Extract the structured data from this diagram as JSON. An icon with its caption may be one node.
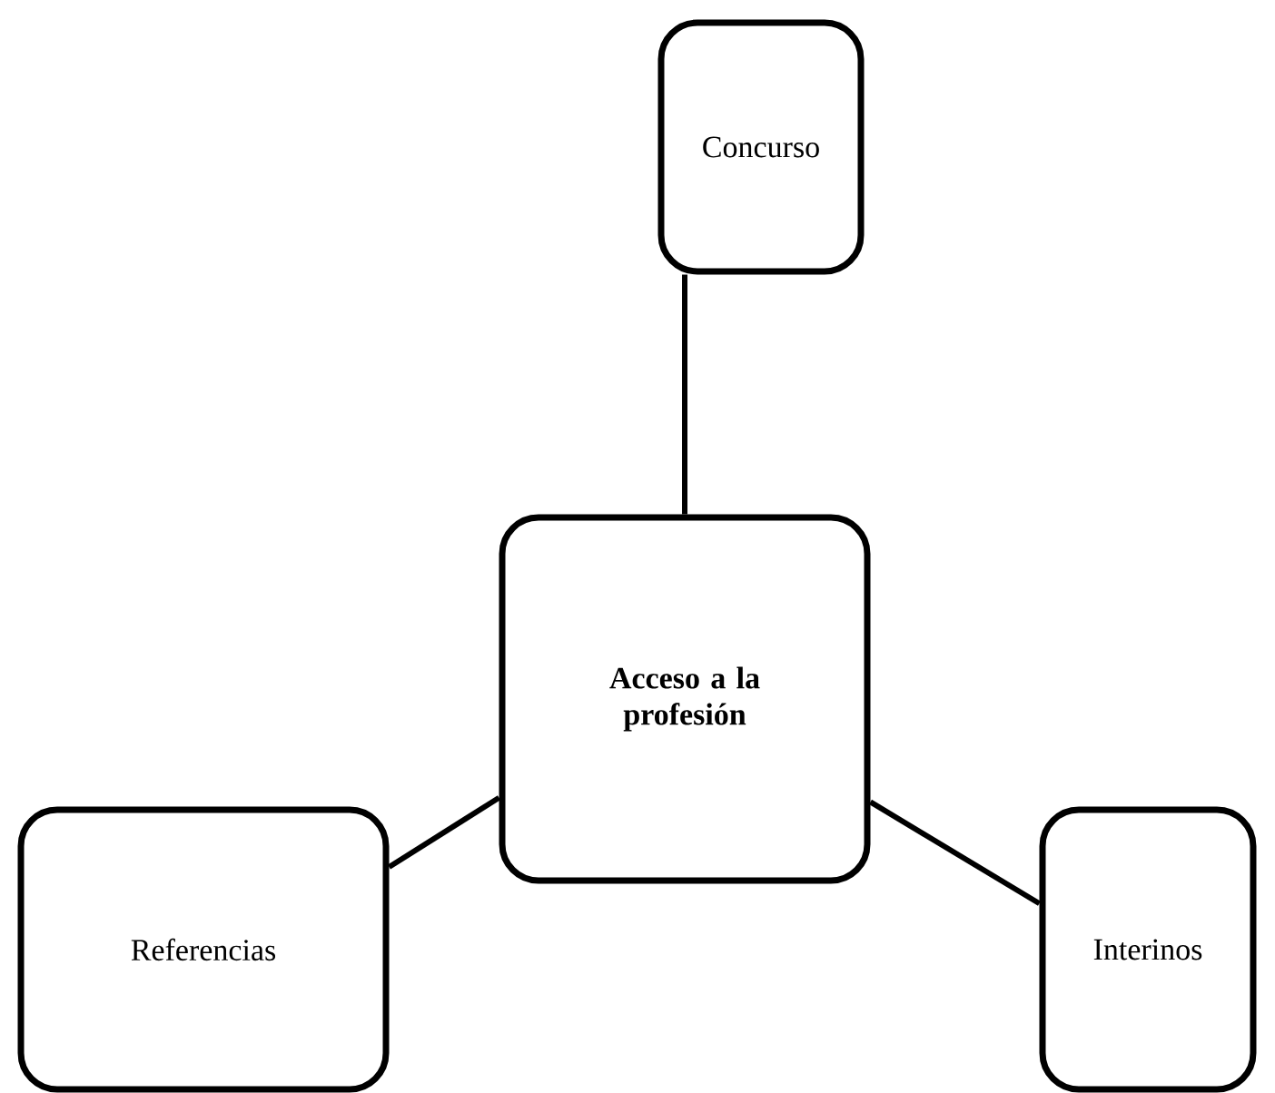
{
  "diagram": {
    "nodes": [
      {
        "text": [
          "Concurso"
        ]
      },
      {
        "text": [
          "Acceso a la profesión"
        ]
      },
      {
        "text": [
          "Referencias"
        ]
      },
      {
        "text": [
          "Interinos"
        ]
      }
    ],
    "edges": [
      {
        "from": 1,
        "to": 0,
        "arrow": "none"
      },
      {
        "from": 1,
        "to": 2,
        "arrow": "none"
      },
      {
        "from": 1,
        "to": 3,
        "arrow": "none"
      }
    ]
  }
}
